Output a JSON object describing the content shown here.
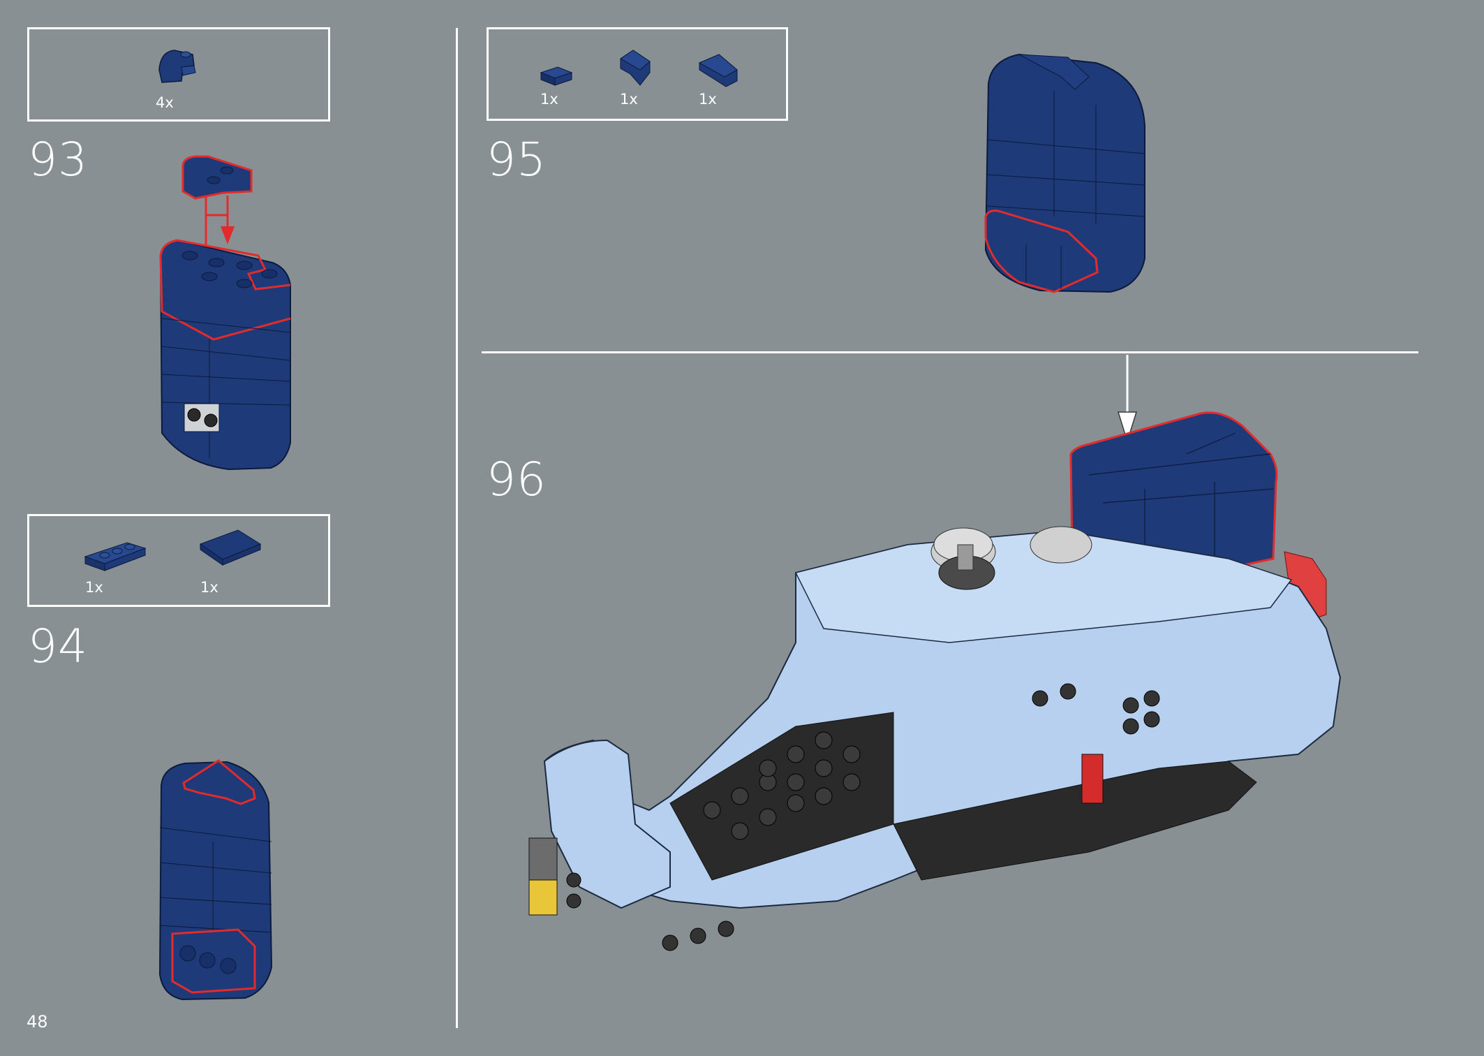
{
  "page": {
    "number": "48"
  },
  "colors": {
    "background": "#889094",
    "dark_blue": "#1e3a78",
    "light_blue": "#b7d0ef",
    "highlight": "#e32b2b",
    "black": "#2a2a2a"
  },
  "steps": [
    {
      "number": "93",
      "parts": [
        {
          "name": "dark-blue-curved-slope-with-stud",
          "qty": "4x"
        }
      ]
    },
    {
      "number": "94",
      "parts": [
        {
          "name": "dark-blue-plate-1x3",
          "qty": "1x"
        },
        {
          "name": "dark-blue-tile-2x3",
          "qty": "1x"
        }
      ]
    },
    {
      "number": "95",
      "parts": [
        {
          "name": "dark-blue-tile-1x1",
          "qty": "1x"
        },
        {
          "name": "dark-blue-wedge-slope-left",
          "qty": "1x"
        },
        {
          "name": "dark-blue-wedge-slope-right",
          "qty": "1x"
        }
      ]
    },
    {
      "number": "96",
      "parts": []
    }
  ]
}
